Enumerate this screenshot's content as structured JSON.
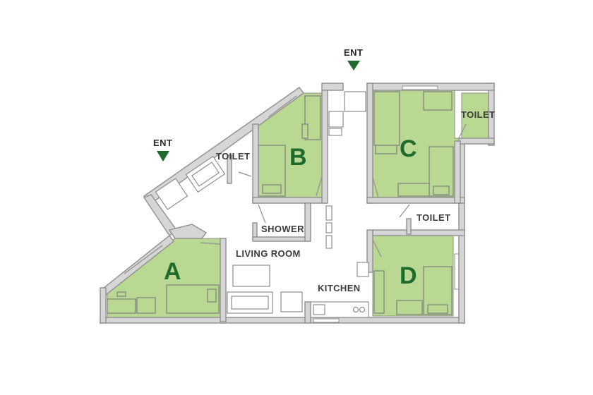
{
  "labels": {
    "ent_left": "ENT",
    "ent_top": "ENT",
    "room_a": "A",
    "room_b": "B",
    "room_c": "C",
    "room_d": "D",
    "toilet_left": "TOILET",
    "toilet_top_right": "TOILET",
    "toilet_middle_right": "TOILET",
    "shower": "SHOWER",
    "living_room": "LIVING ROOM",
    "kitchen": "KITCHEN"
  },
  "colors": {
    "room_fill": "#b9d992",
    "room_letter": "#1f6b2e",
    "entrance_arrow": "#1f6b2e",
    "wall": "#d6d6d6"
  }
}
